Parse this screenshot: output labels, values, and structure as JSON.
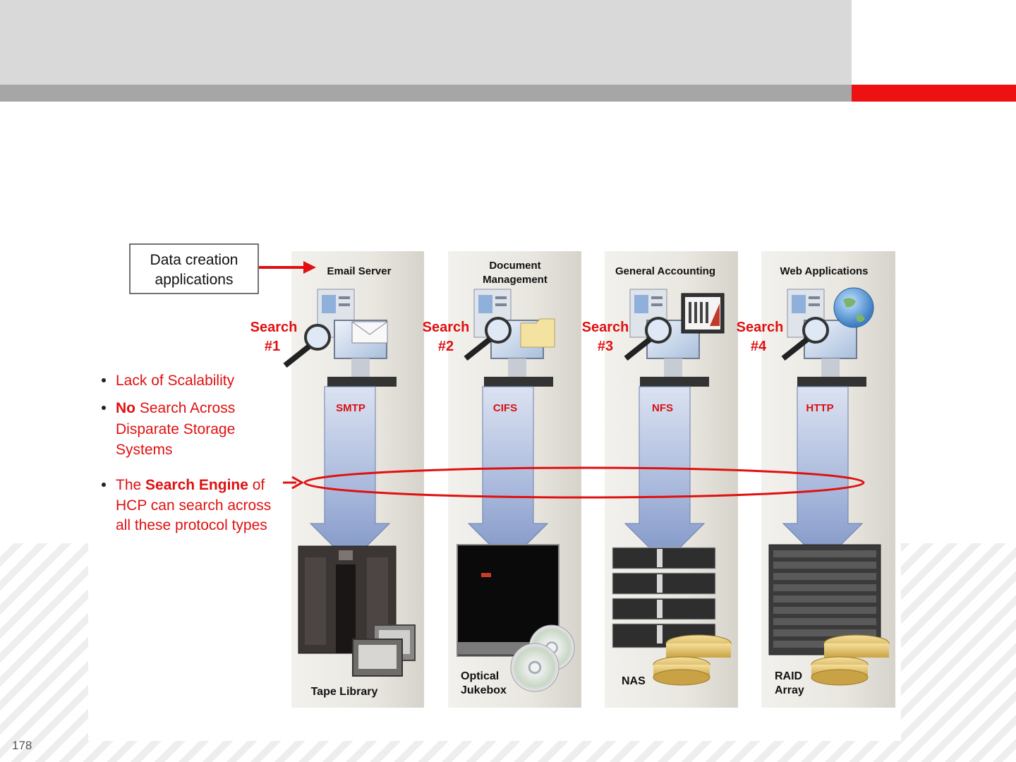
{
  "slide": {
    "page_number": "178",
    "colors": {
      "accent_red": "#ee1111",
      "header_grey": "#d9d9d9",
      "bar_grey": "#a6a6a6"
    }
  },
  "diagram": {
    "creation_box": [
      "Data creation",
      "applications"
    ],
    "columns": [
      {
        "app": [
          "Email Server"
        ],
        "search": [
          "Search",
          "#1"
        ],
        "protocol": "SMTP",
        "storage": [
          "Tape Library"
        ]
      },
      {
        "app": [
          "Document",
          "Management"
        ],
        "search": [
          "Search",
          "#2"
        ],
        "protocol": "CIFS",
        "storage": [
          "Optical",
          "Jukebox"
        ]
      },
      {
        "app": [
          "General Accounting"
        ],
        "search": [
          "Search",
          "#3"
        ],
        "protocol": "NFS",
        "storage": [
          "NAS"
        ]
      },
      {
        "app": [
          "Web Applications"
        ],
        "search": [
          "Search",
          "#4"
        ],
        "protocol": "HTTP",
        "storage": [
          "RAID",
          "Array"
        ]
      }
    ],
    "bullets": [
      {
        "parts": [
          {
            "text": "Lack of Scalability",
            "bold": false
          }
        ]
      },
      {
        "parts": [
          {
            "text": "No",
            "bold": true
          },
          {
            "text": " Search Across",
            "bold": false
          }
        ],
        "more": [
          "Disparate Storage",
          "Systems"
        ]
      },
      {
        "parts": [
          {
            "text": "The ",
            "bold": false
          },
          {
            "text": "Search Engine",
            "bold": true
          },
          {
            "text": " of",
            "bold": false
          }
        ],
        "more": [
          "HCP can search across",
          "all these protocol types"
        ]
      }
    ]
  }
}
